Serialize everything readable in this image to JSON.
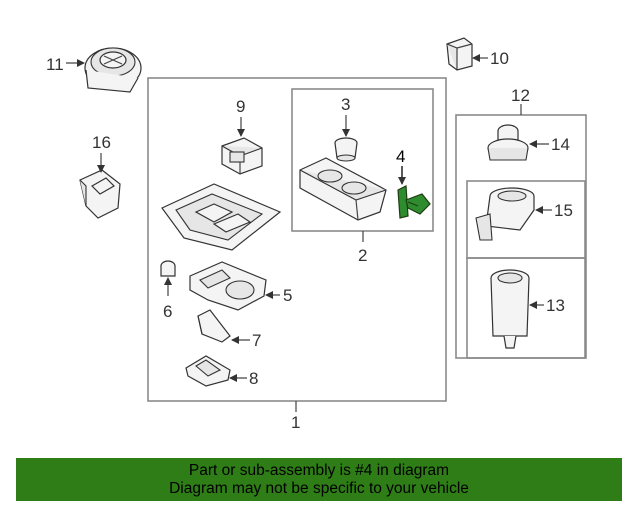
{
  "callouts": {
    "c1": "1",
    "c2": "2",
    "c3": "3",
    "c4": "4",
    "c5": "5",
    "c6": "6",
    "c7": "7",
    "c8": "8",
    "c9": "9",
    "c10": "10",
    "c11": "11",
    "c12": "12",
    "c13": "13",
    "c14": "14",
    "c15": "15",
    "c16": "16"
  },
  "highlight": {
    "part_number": "4",
    "color": "#2e8b2e"
  },
  "banner": {
    "line1": "Part or sub-assembly is #4 in diagram",
    "line2": "Diagram may not be specific to your vehicle",
    "background": "#2e7d17"
  }
}
